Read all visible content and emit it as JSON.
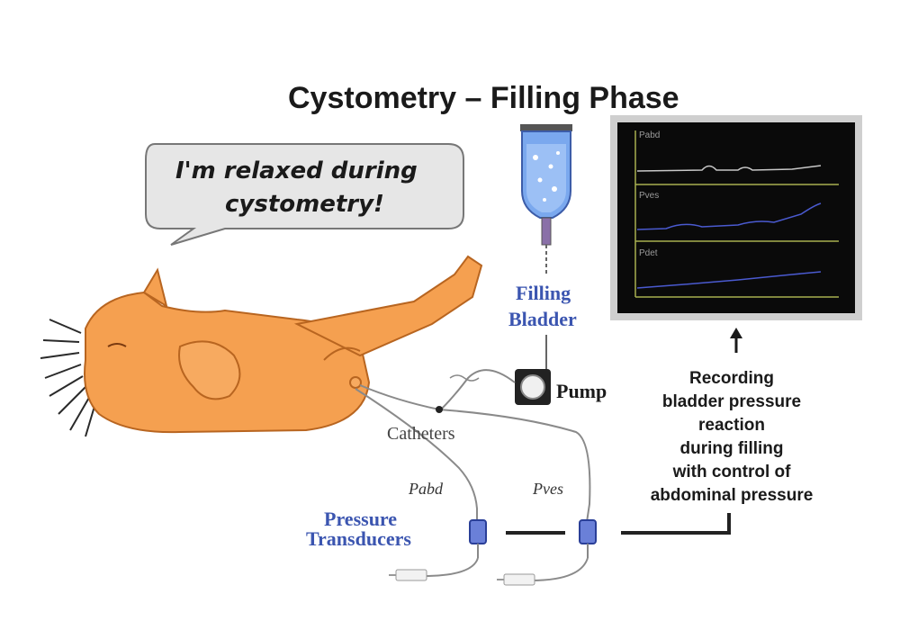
{
  "title": "Cystometry – Filling Phase",
  "speech_bubble": {
    "line1": "I'm relaxed during",
    "line2": "cystometry!"
  },
  "labels": {
    "filling_line1": "Filling",
    "filling_line2": "Bladder",
    "pump": "Pump",
    "catheters": "Catheters",
    "pabd": "Pabd",
    "pves": "Pves",
    "transducers_line1": "Pressure",
    "transducers_line2": "Transducers"
  },
  "recording_text": [
    "Recording",
    "bladder pressure",
    "reaction",
    "during filling",
    "with control of",
    "abdominal pressure"
  ],
  "monitor": {
    "trace_labels": [
      "Pabd",
      "Pves",
      "Pdet"
    ]
  },
  "colors": {
    "skin": "#f5a050",
    "skin_outline": "#b86520",
    "label_blue": "#3b55b0",
    "monitor_bg": "#0a0a0a",
    "grid_green": "#a8b050",
    "trace_gray": "#c8c8c8",
    "trace_blue": "#4a5ad0",
    "fluid_blue": "#6a9ef0"
  }
}
